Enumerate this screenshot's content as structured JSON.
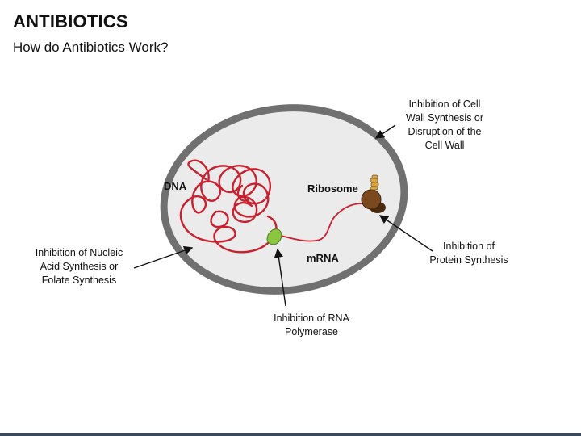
{
  "header": {
    "title": "ANTIBIOTICS",
    "subtitle": "How do Antibiotics Work?"
  },
  "cell": {
    "dna_label": "DNA",
    "ribosome_label": "Ribosome",
    "mrna_label": "mRNA"
  },
  "callouts": {
    "cell_wall": "Inhibition of Cell\nWall Synthesis or\nDisruption of the\nCell Wall",
    "nucleic_acid": "Inhibition of Nucleic\nAcid Synthesis or\nFolate Synthesis",
    "rna_polymerase": "Inhibition of RNA\nPolymerase",
    "protein_synthesis": "Inhibition of\nProtein Synthesis"
  },
  "colors": {
    "cell_wall": "#707070",
    "cytoplasm": "#ebebeb",
    "dna": "#c8202e",
    "polymerase": "#8cc63f",
    "ribosome": "#7a4a1e",
    "protein_chain": "#d9a441"
  }
}
